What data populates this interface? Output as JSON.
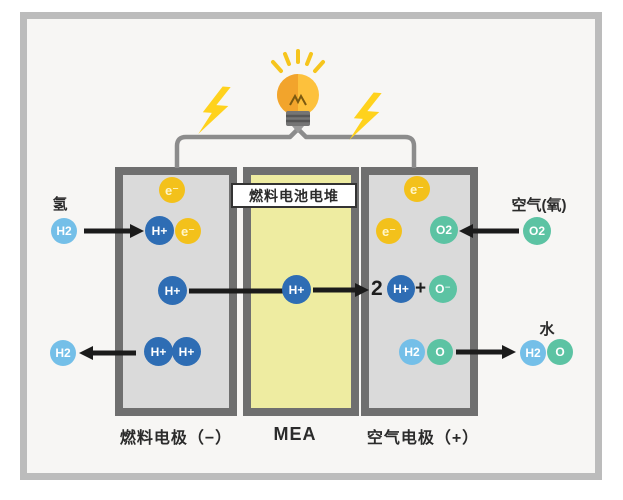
{
  "diagram_title_box": "燃料电池电堆",
  "labels": {
    "hydrogen_in": "氢",
    "air_in": "空气(氧)",
    "water_out": "水",
    "fuel_electrode": "燃料电极（−）",
    "mea": "MEA",
    "air_electrode": "空气电极（+）"
  },
  "reaction": {
    "coefficient": "2",
    "plus": "+"
  },
  "particles": {
    "left_outside_h2_top": "H2",
    "left_outside_h2_bottom": "H2",
    "left_e_top": "e⁻",
    "left_hplus_mid": "H+",
    "left_e_mid": "e⁻",
    "left_hplus_center": "H+",
    "left_hplus_bottom1": "H+",
    "left_hplus_bottom2": "H+",
    "mea_hplus": "H+",
    "right_e_top": "e⁻",
    "right_e_mid": "e⁻",
    "right_o2_inside": "O2",
    "right_outside_o2": "O2",
    "reaction_hplus": "H+",
    "reaction_ominus": "O⁻",
    "right_h2_inside": "H2",
    "right_o_inside": "O",
    "right_outside_h2": "H2",
    "right_outside_o": "O"
  },
  "colors": {
    "h_plus_blue": "#2e6db4",
    "h2_light_blue": "#74bfe8",
    "electron_yellow": "#f3c11b",
    "oxygen_green": "#5cc3a3",
    "mea_fill": "#eeeca1",
    "panel_fill": "#dadada",
    "panel_border": "#6f6f6f",
    "wire_gray": "#8c8c8c",
    "bolt_yellow": "#ffd21d",
    "bulb_orange": "#f2a42c",
    "bulb_yellow": "#fdc13c",
    "arrow_black": "#1b1b1b",
    "frame_border": "#bcbcbc",
    "background": "#f7f6f4"
  }
}
